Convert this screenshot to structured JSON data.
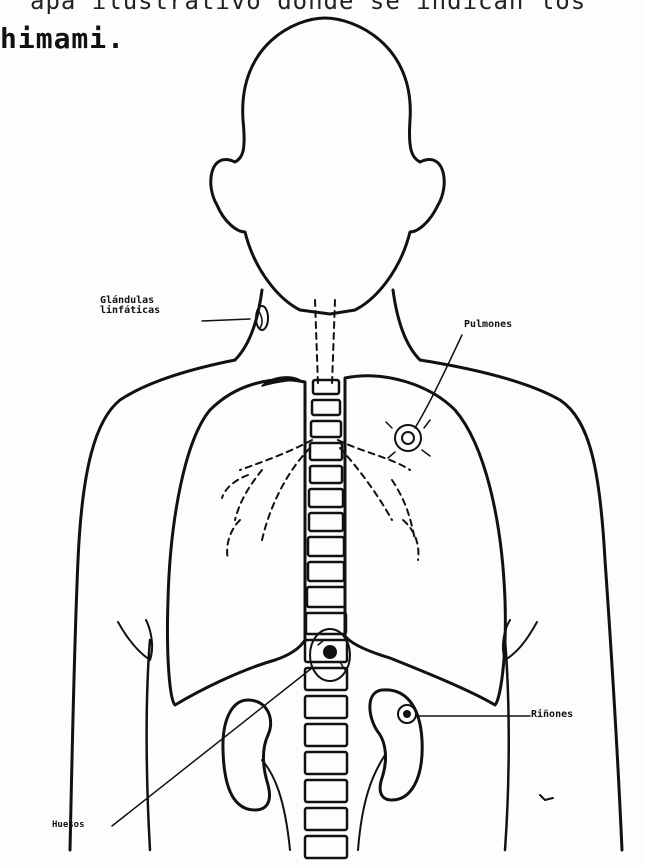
{
  "header_fragment": "himami.",
  "labels": {
    "lymph_glands_line1": "Glándulas",
    "lymph_glands_line2": "linfáticas",
    "lungs": "Pulmones",
    "kidneys": "Riñones",
    "bones": "Huesos"
  },
  "colors": {
    "ink": "#111111",
    "paper": "#fdfdfd"
  }
}
